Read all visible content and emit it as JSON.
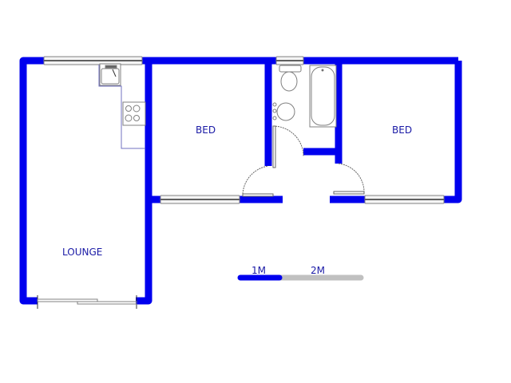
{
  "plan": {
    "wall_color": "#0000ee",
    "fixture_color": "#808080",
    "counter_color": "#7070c0",
    "rooms": [
      {
        "id": "lounge",
        "label": "LOUNGE"
      },
      {
        "id": "bed1",
        "label": "BED"
      },
      {
        "id": "bed2",
        "label": "BED"
      }
    ],
    "scale_bar": {
      "labels": [
        "1M",
        "2M"
      ],
      "primary_color": "#0000ee",
      "secondary_color": "#c0c0c0"
    }
  }
}
